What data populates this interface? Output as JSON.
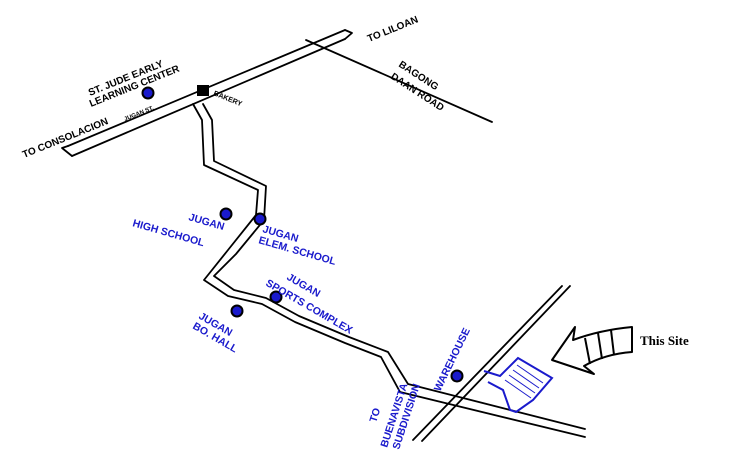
{
  "map": {
    "roads": {
      "to_liloan": "TO LILOAN",
      "to_consolacion": "TO CONSOLACION",
      "bagong_daan_road": [
        "BAGONG",
        "DAAN ROAD"
      ],
      "jugan_st": "JUGAN ST.",
      "to_buenavista": [
        "TO",
        "BUENAVISTA",
        "SUBDIVISION"
      ]
    },
    "landmarks": {
      "st_jude": [
        "ST. JUDE EARLY",
        "LEARNING CENTER"
      ],
      "bakery": "BAKERY",
      "jugan_high_school": [
        "JUGAN",
        "HIGH SCHOOL"
      ],
      "jugan_elem_school": [
        "JUGAN",
        "ELEM. SCHOOL"
      ],
      "jugan_sports_complex": [
        "JUGAN",
        "SPORTS COMPLEX"
      ],
      "jugan_bo_hall": [
        "JUGAN",
        "BO. HALL"
      ],
      "warehouse": "WAREHOUSE"
    },
    "site_label": "This Site",
    "colors": {
      "landmark_text": "#1a1acc",
      "road": "#000000",
      "marker_fill": "#1a1acc"
    },
    "icons": [
      "location-marker-icon",
      "bakery-icon",
      "site-arrow-icon"
    ]
  }
}
